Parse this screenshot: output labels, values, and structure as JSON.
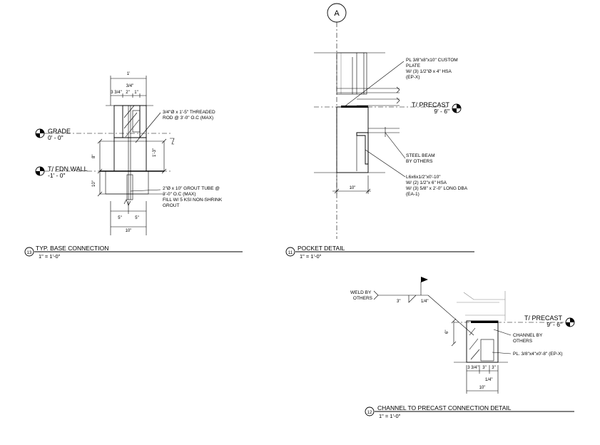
{
  "grid": {
    "label": "A"
  },
  "detail_13": {
    "number": "13",
    "title": "TYP. BASE CONNECTION",
    "scale": "1\" = 1'-0\"",
    "note_rod": [
      "3/4\"Ø x 1'-5\" THREADED",
      "ROD @ 3'-0\" O.C (MAX)"
    ],
    "note_grout": [
      "2\"Ø x 10\" GROUT TUBE @",
      "3'-0\" O.C (MAX)",
      "FILL W/ 5 KSI NON-SHRINK",
      "GROUT"
    ],
    "level_grade": {
      "name": "GRADE",
      "value": "0' - 0\""
    },
    "level_fdn": {
      "name": "T/ FDN WALL",
      "value": "-1' - 0\""
    },
    "dims": {
      "top_overall": "1'",
      "top_a": "3 3/4\"",
      "top_b": "2\"",
      "top_c": "1\"",
      "top_d": "3/4\"",
      "right_v": "1'-3\"",
      "left_a": "8\"",
      "left_b": "10\"",
      "bot_a": "5\"",
      "bot_b": "5\"",
      "bot_overall": "10\""
    }
  },
  "detail_11": {
    "number": "11",
    "title": "POCKET DETAIL",
    "scale": "1\" = 1'-0\"",
    "note_plate": [
      "PL 3/8\"x8\"x10\" CUSTOM",
      "PLATE",
      "W/ (3) 1/2\"Ø x 4\" HSA",
      "(EP-X)"
    ],
    "note_beam": [
      "STEEL BEAM",
      "BY OTHERS"
    ],
    "note_angle": [
      "L6x6x1/2\"x0'-10\"",
      "W/ (2) 1/2\"x 6\" HSA",
      "W/ (3) 5/8\" x 2'-0\" LONG DBA",
      "(EA-1)"
    ],
    "level": {
      "name": "T/ PRECAST",
      "value": "9' - 6\""
    },
    "dim_bottom": "10\""
  },
  "detail_12": {
    "number": "12",
    "title": "CHANNEL TO PRECAST CONNECTION DETAIL",
    "scale": "1\" = 1'-0\"",
    "weld_note": [
      "WELD BY",
      "OTHERS"
    ],
    "weld_size": "3\"",
    "weld_pitch": "1/4\"",
    "note_channel": [
      "CHANNEL BY",
      "OTHERS"
    ],
    "note_plate": "PL. 3/8\"x4\"x0'-8\" (EP-X)",
    "level": {
      "name": "T/ PRECAST",
      "value": "9' - 6\""
    },
    "dims": {
      "left_v": "6\"",
      "bot_a": "3 3/4\"",
      "bot_b": "3\"",
      "bot_c": "3\"",
      "bot_d": "1/4\"",
      "bot_overall": "10\""
    }
  }
}
